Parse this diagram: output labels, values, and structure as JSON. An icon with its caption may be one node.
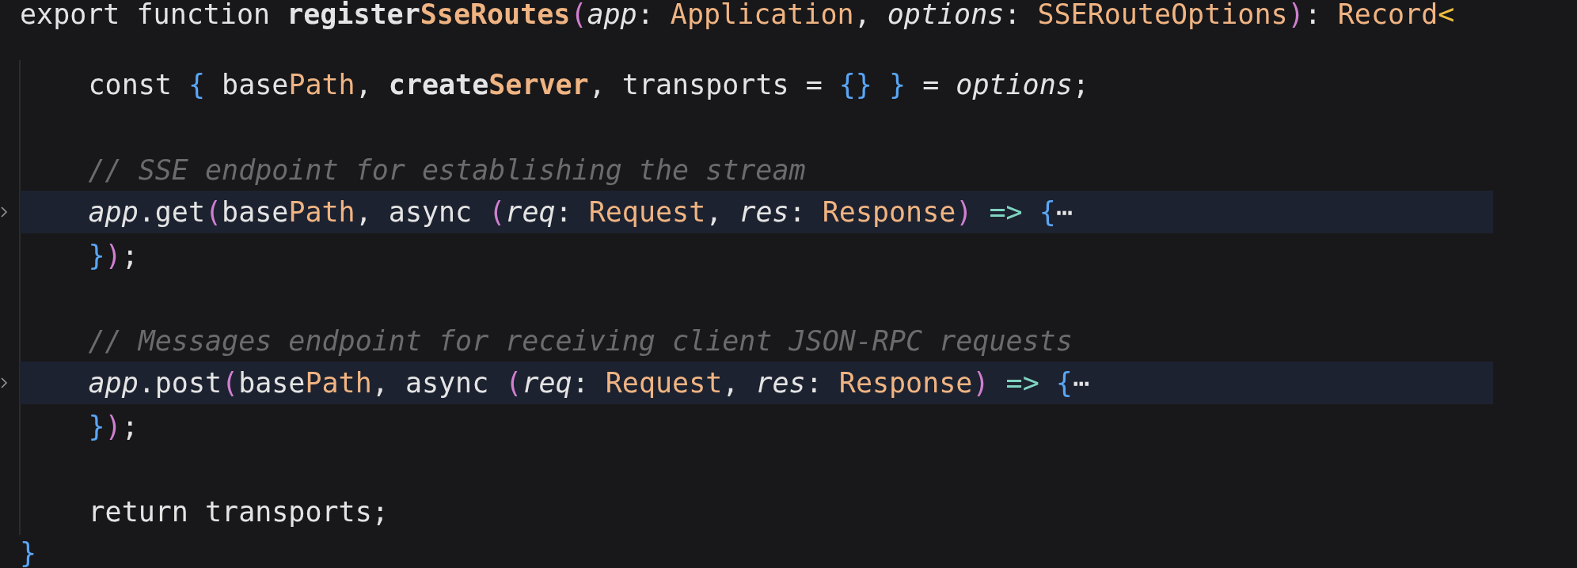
{
  "diagram": {
    "labels": [
      "export function **registerSseRoutes**(*app*: Application, *options*: SSERouteOptions): Record<",
      "const { basePath, **createServer**, transports = {} } = *options*;",
      "// SSE endpoint for establishing the stream",
      "*app*.get(basePath, async (*req*: Request, *res*: Response) => {⋯",
      "});",
      "// Messages endpoint for receiving client JSON-RPC requests",
      "*app*.post(basePath, async (*req*: Request, *res*: Response) => {⋯",
      "});",
      "return transports;",
      "}"
    ]
  }
}
